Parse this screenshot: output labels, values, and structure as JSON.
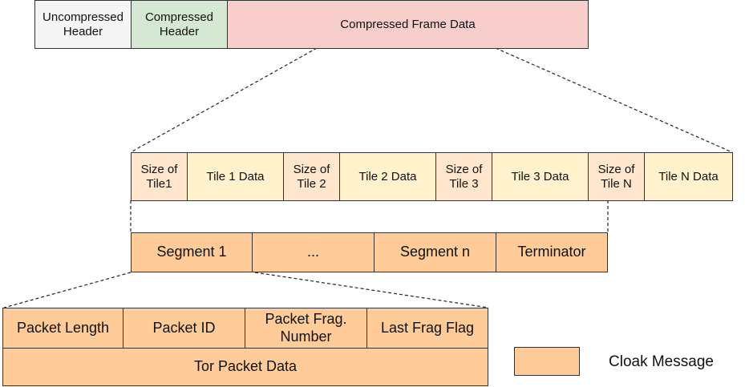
{
  "colors": {
    "uncompressed": "#f5f5f5",
    "compressed_header": "#d5e8d4",
    "compressed_frame": "#f8cecc",
    "tile_size": "#ffe6cc",
    "tile_data": "#fff2cc",
    "cloak": "#ffcc99",
    "border": "#333333"
  },
  "frame": {
    "uncompressed_header": "Uncompressed\nHeader",
    "compressed_header": "Compressed\nHeader",
    "compressed_frame_data": "Compressed Frame Data"
  },
  "tiles": {
    "size1": "Size of\nTile1",
    "data1": "Tile 1 Data",
    "size2": "Size of\nTile 2",
    "data2": "Tile 2 Data",
    "size3": "Size of\nTile 3",
    "data3": "Tile 3 Data",
    "sizeN": "Size of\nTile N",
    "dataN": "Tile N Data"
  },
  "segments": {
    "seg1": "Segment 1",
    "ellipsis": "...",
    "segn": "Segment n",
    "terminator": "Terminator"
  },
  "packet": {
    "length": "Packet Length",
    "id": "Packet ID",
    "frag_number": "Packet Frag.\nNumber",
    "last_frag": "Last Frag Flag",
    "tor_data": "Tor Packet Data"
  },
  "legend": {
    "label": "Cloak Message"
  }
}
